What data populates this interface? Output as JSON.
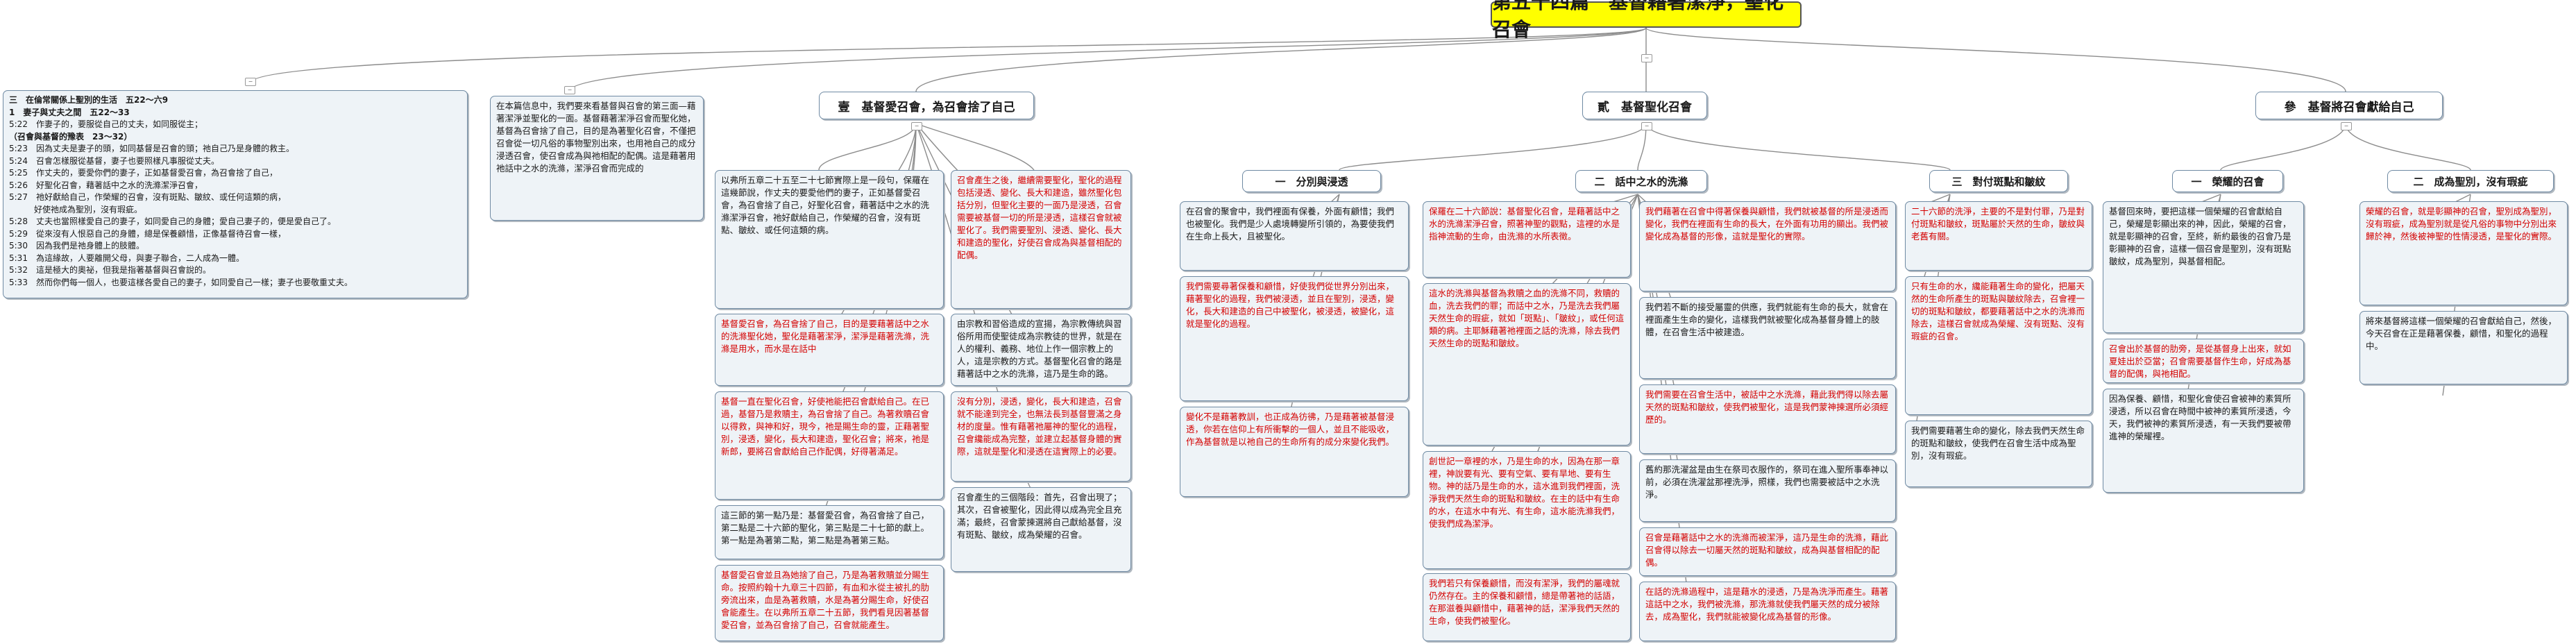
{
  "root": {
    "title": "第五十四篇　基督藉著潔淨，聖化召會"
  },
  "headings": {
    "h1": "壹　基督愛召會，為召會捨了自己",
    "h2": "貳　基督聖化召會",
    "h3": "參　基督將召會獻給自己",
    "h2a": "一　分別與浸透",
    "h2b": "二　話中之水的洗滌",
    "h2c": "三　對付斑點和皺紋",
    "h3a": "一　榮耀的召會",
    "h3b": "二　成為聖別，沒有瑕疵"
  },
  "notes": {
    "scripture": [
      "三　在倫常關係上聖別的生活　五22～六9",
      "1　妻子與丈夫之間　五22～33",
      "5:22　作妻子的，要服從自己的丈夫，如同服從主；",
      "（召會與基督的豫表　23～32）",
      "5:23　因為丈夫是妻子的頭，如同基督是召會的頭；祂自己乃是身體的救主。",
      "5:24　召會怎樣服從基督，妻子也要照樣凡事服從丈夫。",
      "5:25　作丈夫的，要愛你們的妻子，正如基督愛召會，為召會捨了自己，",
      "5:26　好聖化召會，藉著話中之水的洗滌潔淨召會，",
      "5:27　祂好獻給自己，作榮耀的召會，沒有斑點、皺紋、或任何這類的病，",
      "　　　好使祂成為聖別，沒有瑕疵。",
      "5:28　丈夫也當照樣愛自己的妻子，如同愛自己的身體；愛自己妻子的，便是愛自己了。",
      "5:29　從來沒有人恨惡自己的身體，總是保養顧惜，正像基督待召會一樣，",
      "5:30　因為我們是祂身體上的肢體。",
      "5:31　為這緣故，人要離開父母，與妻子聯合，二人成為一體。",
      "5:32　這是極大的奧祕，但我是指著基督與召會說的。",
      "5:33　然而你們每一個人，也要這樣各愛自己的妻子，如同愛自己一樣；妻子也要敬重丈夫。"
    ],
    "intro": "在本篇信息中，我們要來看基督與召會的第三面—藉著潔淨並聖化的一面。基督藉著潔淨召會而聖化她，基督為召會捨了自己，目的是為著聖化召會，不僅把召會從一切凡俗的事物聖別出來，也用祂自己的成分浸透召會，使召會成為與祂相配的配偶。這是藉著用祂話中之水的洗滌，潔淨召會而完成的",
    "a1": "以弗所五章二十五至二十七節實際上是一段句，保羅在這幾節說，作丈夫的要愛他們的妻子，正如基督愛召會，為召會捨了自己，好聖化召會，藉著話中之水的洗滌潔淨召會，祂好獻給自己，作榮耀的召會，沒有斑點、皺紋、或任何這類的病。",
    "a2": "基督愛召會，為召會捨了自己，目的是要藉著話中之水的洗滌聖化她，聖化是藉著潔淨，潔淨是藉著洗滌，洗滌是用水，而水是在話中",
    "a3": "基督一直在聖化召會，好使祂能把召會獻給自己。在已過，基督乃是救贖主，為召會捨了自己。為著救贖召會以得救，與神和好，現今，祂是賜生命的靈，正藉著聖別，浸透，變化，長大和建造，聖化召會；將來，祂是新郎，要將召會獻給自己作配偶，好得著滿足。",
    "a4": "這三節的第一點乃是：基督愛召會，為召會捨了自己，第二點是二十六節的聖化，第三點是二十七節的獻上。第一點是為著第二點，第二點是為著第三點。",
    "a5": "基督愛召會並且為她捨了自己，乃是為著救贖並分賜生命。按照約翰十九章三十四節，有血和水從主被扎的肋旁流出來，血是為著救贖，水是為著分賜生命，好使召會能產生。在以弗所五章二十五節，我們看見因著基督愛召會，並為召會捨了自己，召會就能產生。",
    "b1": "召會產生之後，繼續需要聖化，聖化的過程包括浸透、變化、長大和建造，雖然聖化包括分別，但聖化主要的一面乃是浸透，召會需要被基督一切的所是浸透，這樣召會就被聖化了。我們需要聖別、浸透、變化、長大和建造的聖化，好使召會成為與基督相配的配偶。",
    "b2": "由宗教和習俗造成的宣揚，為宗教傳統與習俗所用而使聖徒成為宗教徒的世界，就是在人的權利、義務、地位上作一個宗教上的人，這是宗教的方式。基督聖化召會的路是藉著話中之水的洗滌，這乃是生命的路。",
    "b3": "沒有分別，浸透，變化，長大和建造，召會就不能達到完全，也無法長到基督豐滿之身材的度量。惟有藉著祂屬神的聖化的過程，召會纔能成為完整，並建立起基督身體的實際，這就是聖化和浸透在這實際上的必要。",
    "b4": "召會產生的三個階段：首先，召會出現了；其次，召會被聖化，因此得以成為完全且充滿；最終，召會蒙揀選將自己獻給基督，沒有斑點、皺紋，成為榮耀的召會。",
    "c1": "在召會的聚會中，我們裡面有保養，外面有顧惜；我們也被聖化。我們是少人處境轉變所引領的，為要使我們在生命上長大，且被聖化。",
    "c2": "我們需要尋著保養和顧惜，好使我們從世界分別出來，藉著聖化的過程，我們被浸透，並且在聖別，浸透，變化，長大和建造的自己中被聖化，被浸透，被變化，這就是聖化的過程。",
    "c3": "變化不是藉著教訓，也正成為彷彿，乃是藉著被基督浸透，你若在信仰上有所衝擊的一個人，並且不能吸收，作為基督就是以祂自己的生命所有的成分來變化我們。",
    "d1": "保羅在二十六節說：基督聖化召會，是藉著話中之水的洗滌潔淨召會，照著神聖的觀點，這裡的水是指神流動的生命，由洗滌的水所表徵。",
    "d2": "這水的洗滌與基督為救贖之血的洗滌不同，救贖的血，洗去我們的罪；而話中之水，乃是洗去我們屬天然生命的瑕疵，就如「斑點」、「皺紋」，或任何這類的病。主耶穌藉著祂裡面之話的洗滌，除去我們天然生命的斑點和皺紋。",
    "d3": "創世記一章裡的水，乃是生命的水，因為在那一章裡，神說要有光、要有空氣、要有旱地、要有生物。神的話乃是生命的水，這水進到我們裡面，洗淨我們天然生命的斑點和皺紋。在主的話中有生命的水，在這水中有光、有生命，這水能洗滌我們，使我們成為潔淨。",
    "d4": "我們若只有保養顧惜，而沒有潔淨，我們的屬魂就仍然存在。主的保養和顧惜，總是帶著祂的話語，在那滋養與顧惜中，藉著神的話，潔淨我們天然的生命，使我們被聖化。",
    "e1": "我們藉著在召會中得著保養與顧惜，我們就被基督的所是浸透而變化，我們在裡面有生命的長大，在外面有功用的顯出。我們被變化成為基督的形像，這就是聖化的實際。",
    "e2": "我們若不斷的接受屬靈的供應，我們就能有生命的長大，就會在裡面產生生命的變化，這樣我們就被聖化成為基督身體上的肢體，在召會生活中被建造。",
    "e3": "我們需要在召會生活中，被話中之水洗滌，藉此我們得以除去屬天然的斑點和皺紋，使我們被聖化，這是我們蒙神揀選所必須經歷的。",
    "e4": "舊約那洗濯盆是由生在祭司衣服作的，祭司在進入聖所事奉神以前，必須在洗濯盆那裡洗淨，照樣，我們也需要被話中之水洗淨。",
    "e5": "召會是藉著話中之水的洗滌而被潔淨，這乃是生命的洗滌，藉此召會得以除去一切屬天然的斑點和皺紋，成為與基督相配的配偶。",
    "e6": "在話的洗滌過程中，這是藉水的浸透，乃是為洗淨而產生。藉著這話中之水，我們被洗滌，那洗滌就使我們屬天然的成分被除去，成為聖化，我們就能被變化成為基督的形像。",
    "f1": "二十六節的洗淨，主要的不是對付罪，乃是對付斑點和皺紋，斑點屬於天然的生命，皺紋與老舊有關。",
    "f2": "只有生命的水，纔能藉著生命的變化，把屬天然的生命所產生的斑點與皺紋除去，召會裡一切的斑點和皺紋，都要藉著話中之水的洗滌而除去，這樣召會就成為榮耀、沒有斑點、沒有瑕疵的召會。",
    "f3": "我們需要藉著生命的變化，除去我們天然生命的斑點和皺紋，使我們在召會生活中成為聖別，沒有瑕疵。",
    "g1": "基督回來時，要把這樣一個榮耀的召會獻給自己，榮耀是彰顯出來的神，因此，榮耀的召會，就是彰顯神的召會，至終，新約最後的召會乃是彰顯神的召會，這樣一個召會是聖別，沒有斑點皺紋，成為聖別，與基督相配。",
    "g2": "召會出於基督的肋旁，是從基督身上出來，就如夏娃出於亞當；召會需要基督作生命，好成為基督的配偶，與祂相配。",
    "g3": "因為保養、顧惜，和聖化會使召會被神的素質所浸透，所以召會在時間中被神的素質所浸透，今天，我們被神的素質所浸透，有一天我們要被帶進神的榮耀裡。",
    "h1": "榮耀的召會，就是彰顯神的召會，聖別成為聖別，沒有瑕疵，成為聖別就是從凡俗的事物中分別出來歸於神，然後被神聖的性情浸透，是聖化的實際。",
    "h2": "將來基督將這樣一個榮耀的召會獻給自己，然後，今天召會在正是藉著保養，顧惜，和聖化的過程中。"
  },
  "colors": {
    "root_bg": "#ffff00",
    "red_text": "#d40000",
    "note_bg": "#eef3f7",
    "border": "#6f8aa3"
  }
}
